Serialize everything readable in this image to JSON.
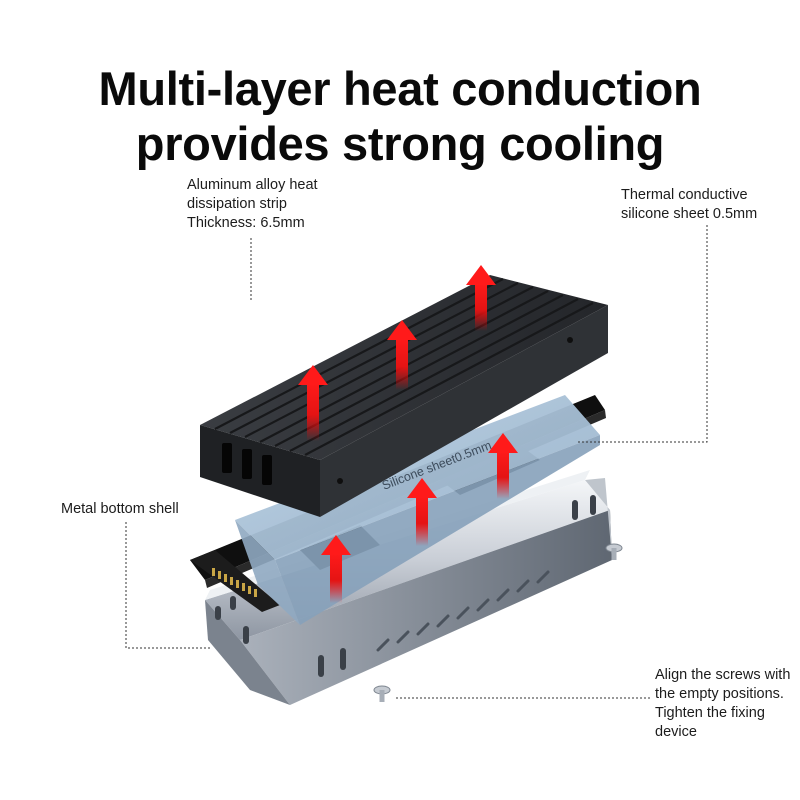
{
  "headline": {
    "line1": "Multi-layer heat conduction",
    "line2": "provides strong cooling"
  },
  "labels": {
    "heatsink": [
      "Aluminum alloy heat",
      "dissipation strip",
      "Thickness: 6.5mm"
    ],
    "silicone": [
      "Thermal conductive",
      "silicone sheet 0.5mm"
    ],
    "shell": [
      "Metal bottom shell"
    ],
    "screws": [
      "Align the screws with",
      "the empty positions.",
      "Tighten the fixing",
      "device"
    ]
  },
  "pad_print": "Silicone sheet0.5mm",
  "colors": {
    "heatsink": "#2b2d30",
    "silicone_pad": "#a9c2d8",
    "pcb": "#141414",
    "shell": "#d9dde3",
    "heat_arrow": "#e01010"
  }
}
